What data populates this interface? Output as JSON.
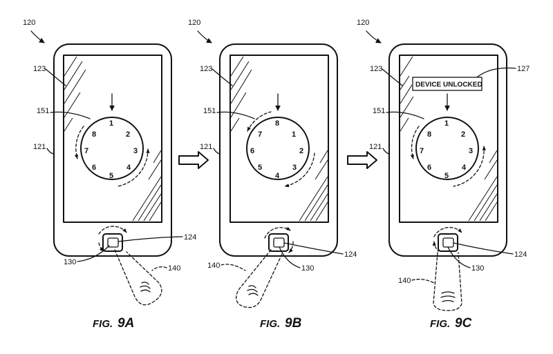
{
  "panels": [
    {
      "device_ref": "120",
      "housing_ref": "121",
      "display_ref": "123",
      "dial_ref": "151",
      "button_ref": "124",
      "sensor_ref": "130",
      "finger_ref": "140",
      "dial_numbers": [
        "1",
        "2",
        "3",
        "4",
        "5",
        "6",
        "7",
        "8"
      ],
      "figure_prefix": "FIG.",
      "figure_id": "9A"
    },
    {
      "device_ref": "120",
      "housing_ref": "121",
      "display_ref": "123",
      "dial_ref": "151",
      "button_ref": "124",
      "sensor_ref": "130",
      "finger_ref": "140",
      "dial_numbers": [
        "8",
        "1",
        "2",
        "3",
        "4",
        "5",
        "6",
        "7"
      ],
      "figure_prefix": "FIG.",
      "figure_id": "9B"
    },
    {
      "device_ref": "120",
      "housing_ref": "121",
      "display_ref": "123",
      "dial_ref": "151",
      "button_ref": "124",
      "sensor_ref": "130",
      "finger_ref": "140",
      "message_ref": "127",
      "message": "DEVICE UNLOCKED",
      "dial_numbers": [
        "1",
        "2",
        "3",
        "4",
        "5",
        "6",
        "7",
        "8"
      ],
      "figure_prefix": "FIG.",
      "figure_id": "9C"
    }
  ]
}
